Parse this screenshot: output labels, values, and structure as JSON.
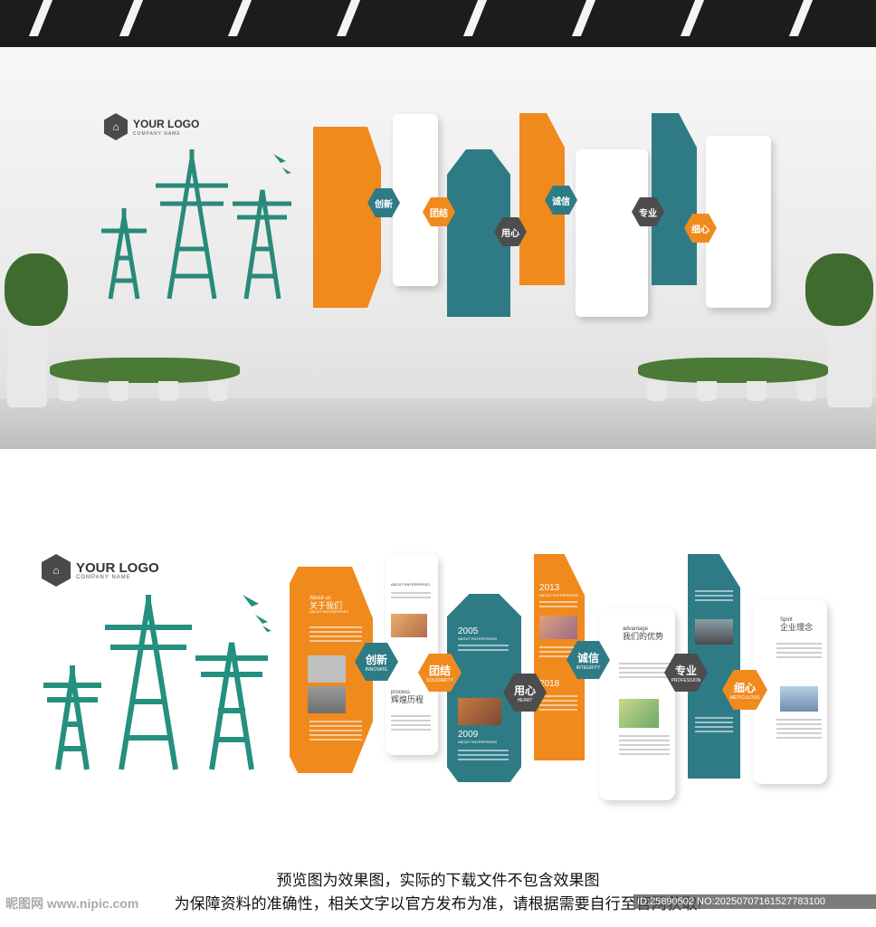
{
  "logo": {
    "title": "YOUR LOGO",
    "subtitle": "COMPANY NAME"
  },
  "sections": {
    "about": {
      "en": "About us",
      "zh": "关于我们",
      "sub": "ABOUT ENTERPRISES"
    },
    "process": {
      "en": "process",
      "zh": "辉煌历程"
    },
    "advantage": {
      "en": "advantage",
      "zh": "我们的优势"
    },
    "spirit": {
      "en": "Spirit",
      "zh": "企业理念"
    }
  },
  "years": [
    "2005",
    "2009",
    "2013",
    "2018"
  ],
  "year_sub": "ABOUT ENTERPRISES",
  "badges": [
    {
      "zh": "创新",
      "en": "INNOVATE",
      "color": "#2e7b86"
    },
    {
      "zh": "团结",
      "en": "SOLIDARITY",
      "color": "#f08a1d"
    },
    {
      "zh": "用心",
      "en": "HEART",
      "color": "#4d4d4d"
    },
    {
      "zh": "诚信",
      "en": "INTEGRITY",
      "color": "#2e7b86"
    },
    {
      "zh": "专业",
      "en": "PROFESSION",
      "color": "#4d4d4d"
    },
    {
      "zh": "细心",
      "en": "METICULOUS",
      "color": "#f08a1d"
    }
  ],
  "caption": {
    "line1": "预览图为效果图，实际的下载文件不包含效果图",
    "line2": "为保障资料的准确性，相关文字以官方发布为准，请根据需要自行至官网获取!"
  },
  "watermark": {
    "left": "昵图网 www.nipic.com",
    "right": "ID:25890502 NO:20250707161527783100"
  },
  "colors": {
    "orange": "#f08a1d",
    "teal": "#2e7b86",
    "gray": "#4d4d4d"
  }
}
